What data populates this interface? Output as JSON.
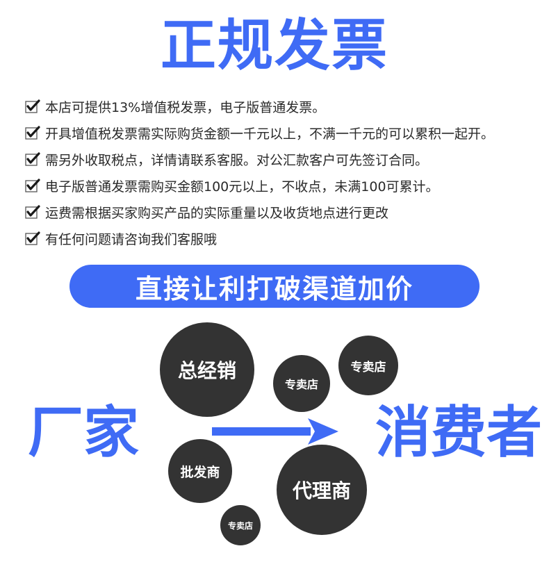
{
  "header": {
    "title": "正规发票"
  },
  "notes": {
    "items": [
      {
        "icon": "checkbox-checked-icon",
        "text": "本店可提供13%增值税发票，电子版普通发票。"
      },
      {
        "icon": "checkbox-checked-icon",
        "text": "开具增值税发票需实际购货金额一千元以上，不满一千元的可以累积一起开。"
      },
      {
        "icon": "checkbox-checked-icon",
        "text": "需另外收取税点，详情请联系客服。对公汇款客户可先签订合同。"
      },
      {
        "icon": "checkbox-checked-icon",
        "text": "电子版普通发票需购买金额100元以上，不收点，未满100可累计。"
      },
      {
        "icon": "checkbox-checked-icon",
        "text": "运费需根据买家购买产品的实际重量以及收货地点进行更改"
      },
      {
        "icon": "checkbox-checked-icon",
        "text": "有任何问题请咨询我们客服哦"
      }
    ]
  },
  "banner": {
    "label": "直接让利打破渠道加价"
  },
  "diagram": {
    "source_label": "厂家",
    "target_label": "消费者",
    "arrow_icon": "arrow-right-icon",
    "nodes": [
      {
        "label": "总经销"
      },
      {
        "label": "专卖店"
      },
      {
        "label": "专卖店"
      },
      {
        "label": "批发商"
      },
      {
        "label": "代理商"
      },
      {
        "label": "专卖店"
      }
    ]
  },
  "colors": {
    "accent": "#3F6BF5",
    "circle": "#333333",
    "text": "#2a2a2a"
  }
}
